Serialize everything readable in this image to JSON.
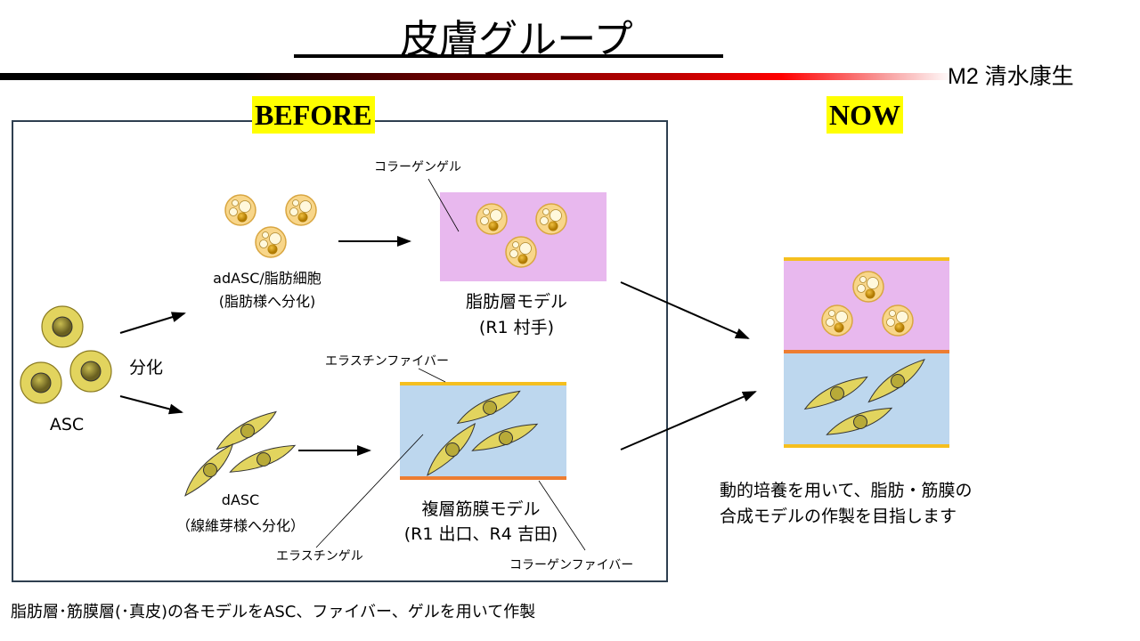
{
  "title": "皮膚グループ",
  "author": "M2 清水康生",
  "before_label": "BEFORE",
  "now_label": "NOW",
  "asc_label": "ASC",
  "differentiation_label": "分化",
  "adasc_label": "adASC/脂肪細胞",
  "adasc_sub": "(脂肪様へ分化)",
  "fat_model": {
    "title": "脂肪層モデル",
    "sub": "(R1 村手)",
    "gel_label": "コラーゲンゲル"
  },
  "dasc_label": "dASC",
  "dasc_sub": "（線維芽様へ分化）",
  "fascia_model": {
    "title": "複層筋膜モデル",
    "sub": "(R1 出口、R4 吉田)",
    "elastin_fiber": "エラスチンファイバー",
    "elastin_gel": "エラスチンゲル",
    "collagen_fiber": "コラーゲンファイバー"
  },
  "now_text": [
    "動的培養を用いて、脂肪・筋膜の",
    "合成モデルの作製を目指します"
  ],
  "footer": "脂肪層･筋膜層(･真皮)の各モデルをASC、ファイバー、ゲルを用いて作製",
  "colors": {
    "gel_pink": "#e8b8ee",
    "gel_blue": "#bdd7ee",
    "elastin": "#f5bf1f",
    "collagen": "#ed7d31",
    "fat_cell": "#f8d68a",
    "asc_cell": "#e2d45e"
  }
}
